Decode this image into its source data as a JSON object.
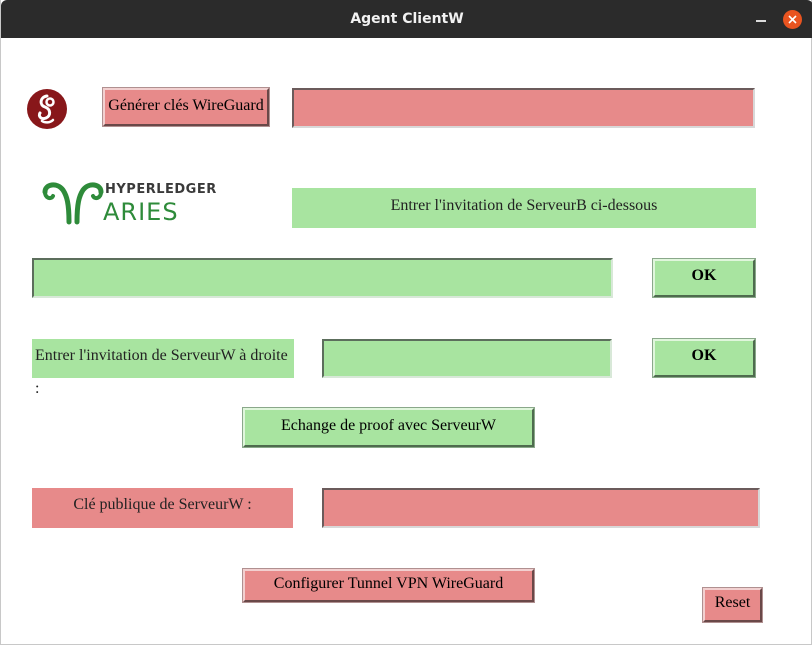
{
  "window": {
    "title": "Agent ClientW"
  },
  "wireguard": {
    "logo_icon": "wireguard-logo-icon",
    "generate_button": "Générer clés WireGuard",
    "keys_field_value": ""
  },
  "aries": {
    "logo_icon": "hyperledger-aries-logo",
    "logo_line1": "HYPERLEDGER",
    "logo_line2": "ARIES"
  },
  "invitation_b": {
    "label": "Entrer l'invitation de ServeurB ci-dessous",
    "field_value": "",
    "ok_button": "OK"
  },
  "invitation_w": {
    "label": "Entrer l'invitation de ServeurW à droite :",
    "field_value": "",
    "ok_button": "OK"
  },
  "proof": {
    "button": "Echange de proof avec ServeurW"
  },
  "public_key": {
    "label": "Clé publique de ServeurW :",
    "field_value": ""
  },
  "vpn": {
    "button": "Configurer Tunnel VPN WireGuard"
  },
  "reset": {
    "button": "Reset"
  },
  "colors": {
    "red": "#e78a8a",
    "green": "#a8e4a0",
    "titlebar": "#2b2b2b",
    "close_button": "#e95420",
    "aries_green": "#2e8b3a",
    "wireguard_red": "#88171a"
  }
}
